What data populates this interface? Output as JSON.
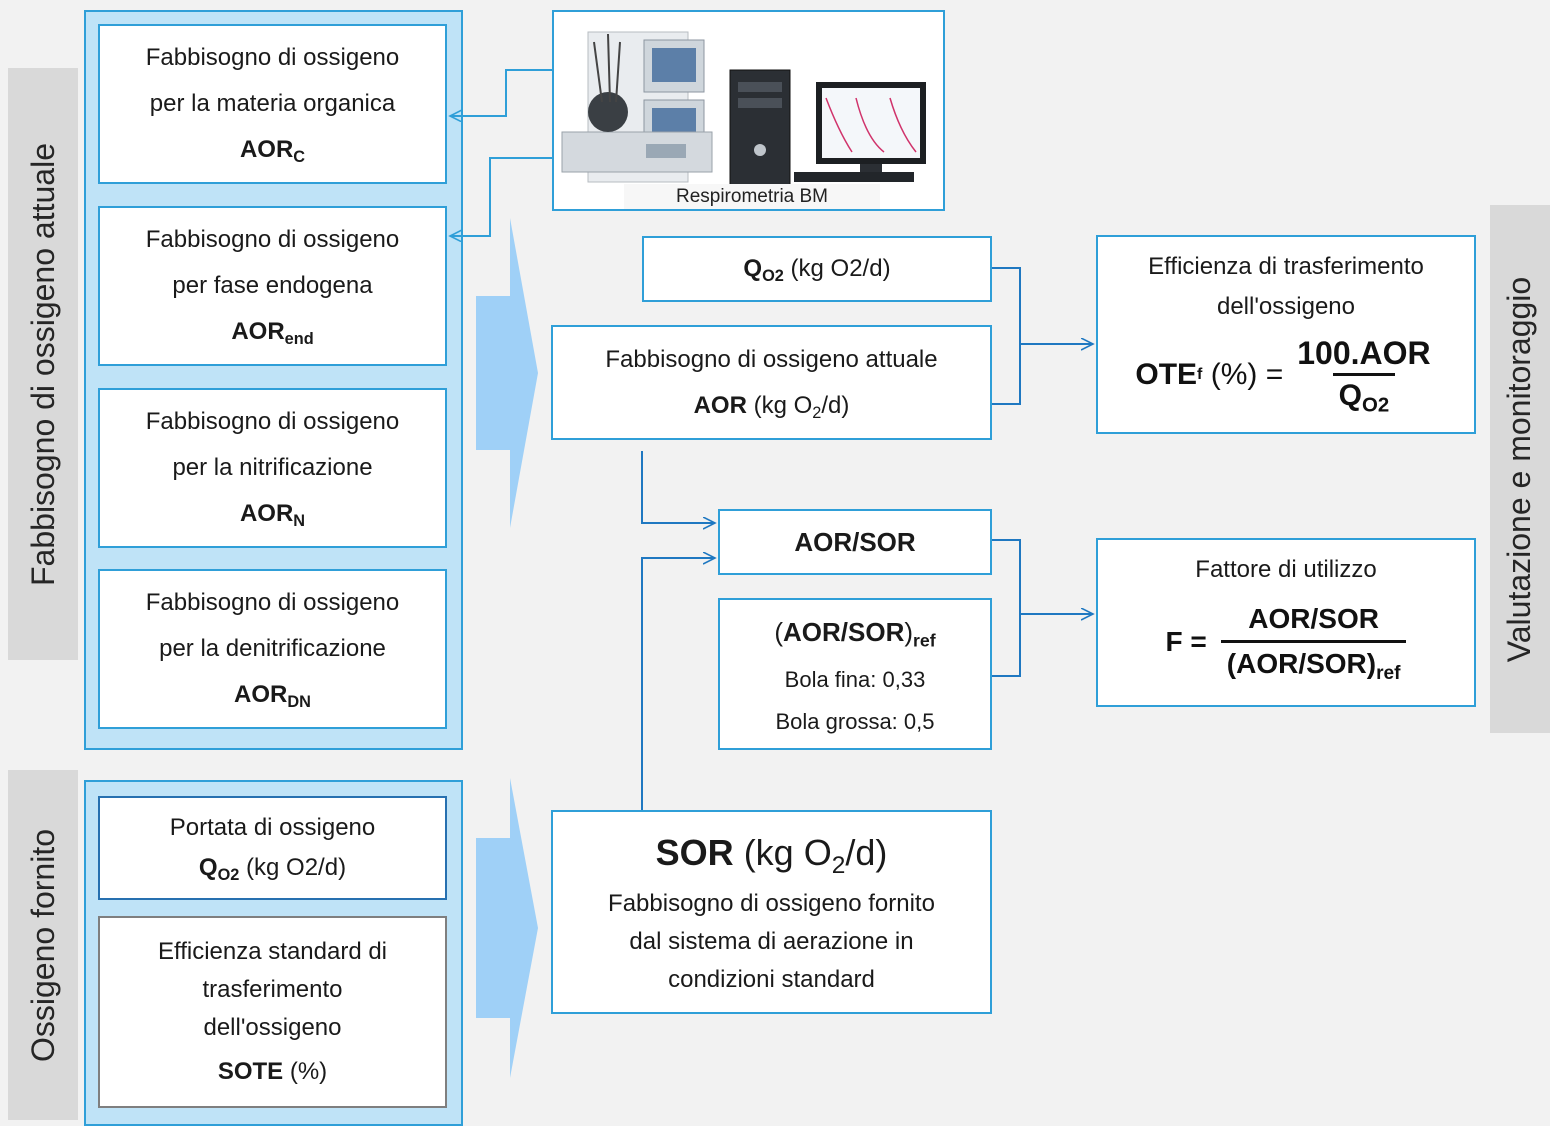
{
  "side_labels": {
    "actual": "Fabbisogno di ossigeno attuale",
    "supplied": "Ossigeno fornito",
    "evaluation": "Valutazione e monitoraggio"
  },
  "aor_boxes": [
    {
      "line1": "Fabbisogno di ossigeno",
      "line2": "per la materia organica",
      "symbol": "AOR",
      "sub": "C"
    },
    {
      "line1": "Fabbisogno di ossigeno",
      "line2": "per fase endogena",
      "symbol": "AOR",
      "sub": "end"
    },
    {
      "line1": "Fabbisogno di ossigeno",
      "line2": "per la nitrificazione",
      "symbol": "AOR",
      "sub": "N"
    },
    {
      "line1": "Fabbisogno di ossigeno",
      "line2": "per la denitrificazione",
      "symbol": "AOR",
      "sub": "DN"
    }
  ],
  "supplied_boxes": {
    "flow": {
      "line1": "Portata di ossigeno",
      "symbol": "Q",
      "sub": "O2",
      "unit": "(kg O2/d)"
    },
    "sote": {
      "line1": "Efficienza standard di",
      "line2": "trasferimento",
      "line3": "dell'ossigeno",
      "symbol": "SOTE",
      "unit": "(%)"
    }
  },
  "respirometry": {
    "caption": "Respirometria BM"
  },
  "qo2_box": {
    "symbol": "Q",
    "sub": "O2",
    "unit": "(kg O2/d)"
  },
  "aor_box": {
    "line1": "Fabbisogno di ossigeno attuale",
    "symbol": "AOR",
    "unit_pre": "(kg O",
    "unit_sub": "2",
    "unit_post": "/d)"
  },
  "aor_sor_box": {
    "label": "AOR/SOR"
  },
  "ref_box": {
    "label_open": "(",
    "label": "AOR/SOR",
    "label_close": ")",
    "sub": "ref",
    "line1": "Bola fina: 0,33",
    "line2": "Bola grossa: 0,5"
  },
  "sor_box": {
    "symbol": "SOR",
    "unit_pre": "(kg O",
    "unit_sub": "2",
    "unit_post": "/d)",
    "line1": "Fabbisogno di ossigeno fornito",
    "line2": "dal sistema di aerazione in",
    "line3": "condizioni standard"
  },
  "ote_box": {
    "line1": "Efficienza di trasferimento",
    "line2": "dell'ossigeno",
    "lhs": "OTE",
    "lhs_sub": "f",
    "lhs_post": " (%) =",
    "num": "100.AOR",
    "den": "Q",
    "den_sub": "O2"
  },
  "f_box": {
    "title": "Fattore di utilizzo",
    "lhs": "F =",
    "num": "AOR/SOR",
    "den": "(AOR/SOR)",
    "den_sub": "ref"
  },
  "colors": {
    "border": "#2f9fd8",
    "panel": "#bfe3f7",
    "arrow": "#1f78c1",
    "chevron": "#9fd0f7"
  }
}
